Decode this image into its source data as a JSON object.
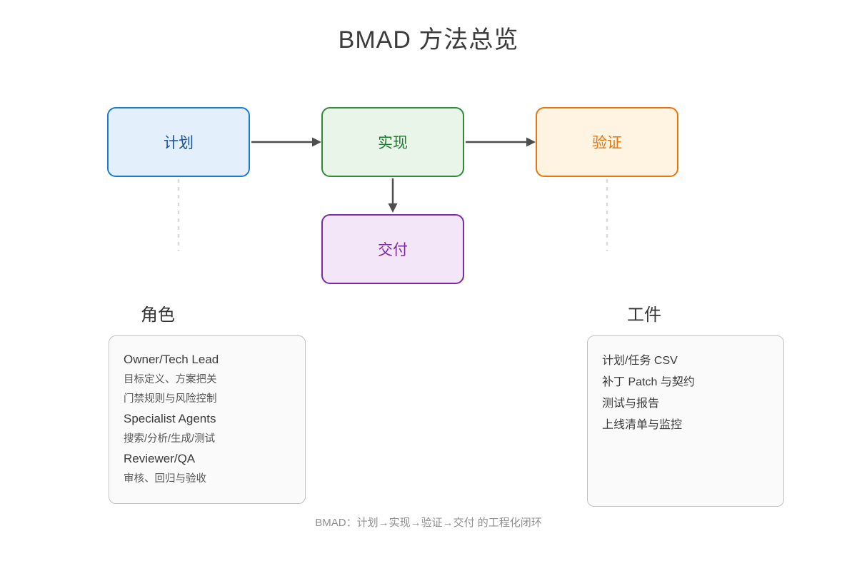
{
  "title": "BMAD 方法总览",
  "flow": {
    "nodes": [
      {
        "id": "plan",
        "label": "计划",
        "fill": "#e3f0fc",
        "border": "#1d7ad3",
        "text_color": "#19539e"
      },
      {
        "id": "implement",
        "label": "实现",
        "fill": "#eaf5ea",
        "border": "#2f8a3a",
        "text_color": "#1d7a2f"
      },
      {
        "id": "verify",
        "label": "验证",
        "fill": "#fff3e1",
        "border": "#e8750e",
        "text_color": "#e8750e"
      },
      {
        "id": "deliver",
        "label": "交付",
        "fill": "#f4e6f9",
        "border": "#7c2ba5",
        "text_color": "#7c2ba5"
      }
    ],
    "edges": [
      {
        "from": "计划",
        "to": "实现"
      },
      {
        "from": "实现",
        "to": "验证"
      },
      {
        "from": "实现",
        "to": "交付"
      }
    ],
    "arrow_color": "#4d4d4d",
    "dashed_line_color": "#dadada"
  },
  "roles": {
    "heading": "角色",
    "groups": [
      {
        "title": "Owner/Tech Lead",
        "details": [
          "目标定义、方案把关",
          "门禁规则与风险控制"
        ]
      },
      {
        "title": "Specialist Agents",
        "details": [
          "搜索/分析/生成/测试"
        ]
      },
      {
        "title": "Reviewer/QA",
        "details": [
          "审核、回归与验收"
        ]
      }
    ]
  },
  "artifacts": {
    "heading": "工件",
    "items": [
      "计划/任务 CSV",
      "补丁 Patch 与契约",
      "测试与报告",
      "上线清单与监控"
    ]
  },
  "footer": "BMAD：计划→实现→验证→交付 的工程化闭环"
}
